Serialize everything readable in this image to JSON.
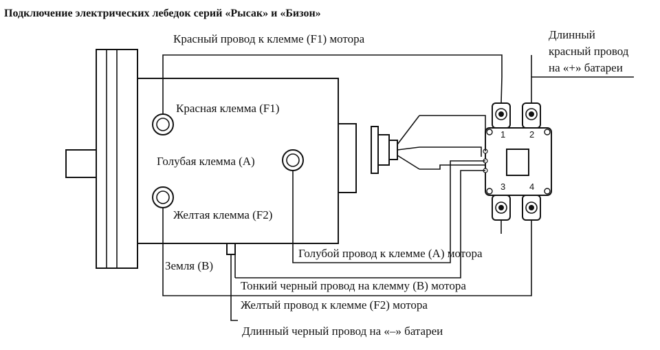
{
  "title": "Подключение электрических лебедок серий «Рысак» и «Бизон»",
  "labels": {
    "red_wire_f1": "Красный провод к клемме (F1) мотора",
    "long_red_1": "Длинный",
    "long_red_2": "красный провод",
    "long_red_3": "на «+» батареи",
    "red_terminal": "Красная клемма (F1)",
    "blue_terminal": "Голубая клемма (А)",
    "yellow_terminal": "Желтая клемма (F2)",
    "ground": "Земля (B)",
    "blue_wire": "Голубой провод к клемме (А) мотора",
    "thin_black": "Тонкий черный провод на клемму (В) мотора",
    "yellow_wire": "Желтый провод к клемме (F2) мотора",
    "long_black": "Длинный черный провод на «–» батареи"
  },
  "relay_numbers": [
    "1",
    "2",
    "3",
    "4"
  ]
}
